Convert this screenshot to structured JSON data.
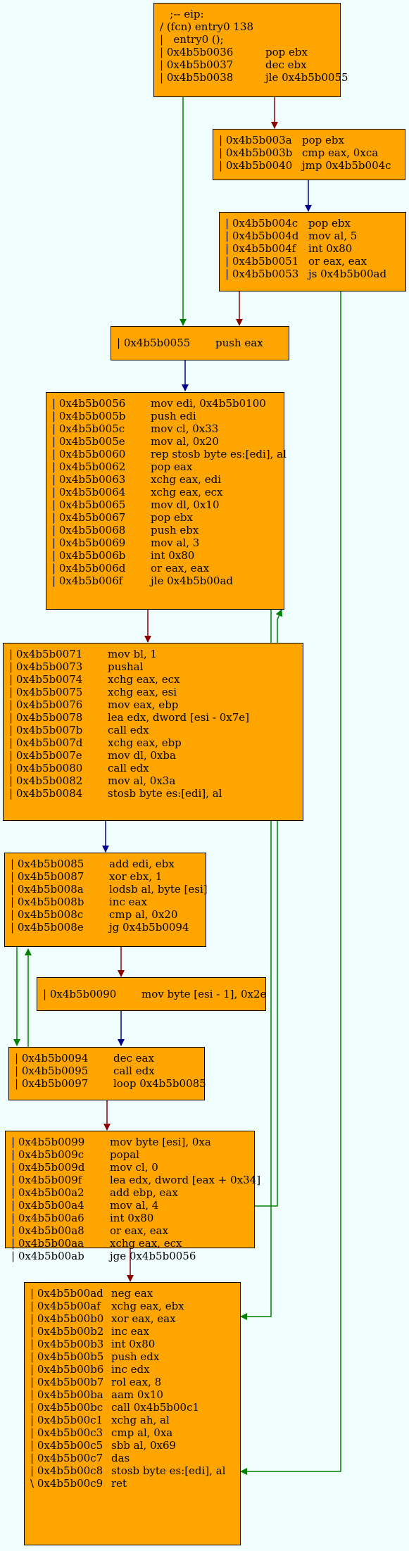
{
  "colors": {
    "background": "#f0fffe",
    "node_fill": "#ffa500",
    "true_edge": "#008000",
    "false_edge": "#8b0000",
    "uncond_edge": "#00008b"
  },
  "nodes": [
    {
      "id": "n1",
      "lines": [
        {
          "addr": "   ;-- eip:",
          "ins": ""
        },
        {
          "addr": "/ (fcn) entry0 138",
          "ins": ""
        },
        {
          "addr": "|   entry0 ();",
          "ins": ""
        },
        {
          "addr": "| 0x4b5b0036",
          "ins": "pop ebx"
        },
        {
          "addr": "| 0x4b5b0037",
          "ins": "dec ebx"
        },
        {
          "addr": "| 0x4b5b0038",
          "ins": "jle 0x4b5b0055"
        }
      ]
    },
    {
      "id": "n2",
      "lines": [
        {
          "addr": "| 0x4b5b003a",
          "ins": "pop ebx"
        },
        {
          "addr": "| 0x4b5b003b",
          "ins": "cmp eax, 0xca"
        },
        {
          "addr": "| 0x4b5b0040",
          "ins": "jmp 0x4b5b004c"
        }
      ]
    },
    {
      "id": "n3",
      "lines": [
        {
          "addr": "| 0x4b5b004c",
          "ins": "pop ebx"
        },
        {
          "addr": "| 0x4b5b004d",
          "ins": "mov al, 5"
        },
        {
          "addr": "| 0x4b5b004f",
          "ins": "int 0x80"
        },
        {
          "addr": "| 0x4b5b0051",
          "ins": "or eax, eax"
        },
        {
          "addr": "| 0x4b5b0053",
          "ins": "js 0x4b5b00ad"
        }
      ]
    },
    {
      "id": "n4",
      "lines": [
        {
          "addr": "| 0x4b5b0055",
          "ins": "push eax"
        }
      ]
    },
    {
      "id": "n5",
      "lines": [
        {
          "addr": "| 0x4b5b0056",
          "ins": "mov edi, 0x4b5b0100"
        },
        {
          "addr": "| 0x4b5b005b",
          "ins": "push edi"
        },
        {
          "addr": "| 0x4b5b005c",
          "ins": "mov cl, 0x33"
        },
        {
          "addr": "| 0x4b5b005e",
          "ins": "mov al, 0x20"
        },
        {
          "addr": "| 0x4b5b0060",
          "ins": "rep stosb byte es:[edi], al"
        },
        {
          "addr": "| 0x4b5b0062",
          "ins": "pop eax"
        },
        {
          "addr": "| 0x4b5b0063",
          "ins": "xchg eax, edi"
        },
        {
          "addr": "| 0x4b5b0064",
          "ins": "xchg eax, ecx"
        },
        {
          "addr": "| 0x4b5b0065",
          "ins": "mov dl, 0x10"
        },
        {
          "addr": "| 0x4b5b0067",
          "ins": "pop ebx"
        },
        {
          "addr": "| 0x4b5b0068",
          "ins": "push ebx"
        },
        {
          "addr": "| 0x4b5b0069",
          "ins": "mov al, 3"
        },
        {
          "addr": "| 0x4b5b006b",
          "ins": "int 0x80"
        },
        {
          "addr": "| 0x4b5b006d",
          "ins": "or eax, eax"
        },
        {
          "addr": "| 0x4b5b006f",
          "ins": "jle 0x4b5b00ad"
        }
      ]
    },
    {
      "id": "n6",
      "lines": [
        {
          "addr": "| 0x4b5b0071",
          "ins": "mov bl, 1"
        },
        {
          "addr": "| 0x4b5b0073",
          "ins": "pushal"
        },
        {
          "addr": "| 0x4b5b0074",
          "ins": "xchg eax, ecx"
        },
        {
          "addr": "| 0x4b5b0075",
          "ins": "xchg eax, esi"
        },
        {
          "addr": "| 0x4b5b0076",
          "ins": "mov eax, ebp"
        },
        {
          "addr": "| 0x4b5b0078",
          "ins": "lea edx, dword [esi - 0x7e]"
        },
        {
          "addr": "| 0x4b5b007b",
          "ins": "call edx"
        },
        {
          "addr": "| 0x4b5b007d",
          "ins": "xchg eax, ebp"
        },
        {
          "addr": "| 0x4b5b007e",
          "ins": "mov dl, 0xba"
        },
        {
          "addr": "| 0x4b5b0080",
          "ins": "call edx"
        },
        {
          "addr": "| 0x4b5b0082",
          "ins": "mov al, 0x3a"
        },
        {
          "addr": "| 0x4b5b0084",
          "ins": "stosb byte es:[edi], al"
        }
      ]
    },
    {
      "id": "n7",
      "lines": [
        {
          "addr": "| 0x4b5b0085",
          "ins": "add edi, ebx"
        },
        {
          "addr": "| 0x4b5b0087",
          "ins": "xor ebx, 1"
        },
        {
          "addr": "| 0x4b5b008a",
          "ins": "lodsb al, byte [esi]"
        },
        {
          "addr": "| 0x4b5b008b",
          "ins": "inc eax"
        },
        {
          "addr": "| 0x4b5b008c",
          "ins": "cmp al, 0x20"
        },
        {
          "addr": "| 0x4b5b008e",
          "ins": "jg 0x4b5b0094"
        }
      ]
    },
    {
      "id": "n8",
      "lines": [
        {
          "addr": "| 0x4b5b0090",
          "ins": "mov byte [esi - 1], 0x2e"
        }
      ]
    },
    {
      "id": "n9",
      "lines": [
        {
          "addr": "| 0x4b5b0094",
          "ins": "dec eax"
        },
        {
          "addr": "| 0x4b5b0095",
          "ins": "call edx"
        },
        {
          "addr": "| 0x4b5b0097",
          "ins": "loop 0x4b5b0085"
        }
      ]
    },
    {
      "id": "n10",
      "lines": [
        {
          "addr": "| 0x4b5b0099",
          "ins": "mov byte [esi], 0xa"
        },
        {
          "addr": "| 0x4b5b009c",
          "ins": "popal"
        },
        {
          "addr": "| 0x4b5b009d",
          "ins": "mov cl, 0"
        },
        {
          "addr": "| 0x4b5b009f",
          "ins": "lea edx, dword [eax + 0x34]"
        },
        {
          "addr": "| 0x4b5b00a2",
          "ins": "add ebp, eax"
        },
        {
          "addr": "| 0x4b5b00a4",
          "ins": "mov al, 4"
        },
        {
          "addr": "| 0x4b5b00a6",
          "ins": "int 0x80"
        },
        {
          "addr": "| 0x4b5b00a8",
          "ins": "or eax, eax"
        },
        {
          "addr": "| 0x4b5b00aa",
          "ins": "xchg eax, ecx"
        },
        {
          "addr": "| 0x4b5b00ab",
          "ins": "jge 0x4b5b0056"
        }
      ]
    },
    {
      "id": "n11",
      "lines": [
        {
          "addr": "| 0x4b5b00ad",
          "ins": "neg eax"
        },
        {
          "addr": "| 0x4b5b00af",
          "ins": "xchg eax, ebx"
        },
        {
          "addr": "| 0x4b5b00b0",
          "ins": "xor eax, eax"
        },
        {
          "addr": "| 0x4b5b00b2",
          "ins": "inc eax"
        },
        {
          "addr": "| 0x4b5b00b3",
          "ins": "int 0x80"
        },
        {
          "addr": "| 0x4b5b00b5",
          "ins": "push edx"
        },
        {
          "addr": "| 0x4b5b00b6",
          "ins": "inc edx"
        },
        {
          "addr": "| 0x4b5b00b7",
          "ins": "rol eax, 8"
        },
        {
          "addr": "| 0x4b5b00ba",
          "ins": "aam 0x10"
        },
        {
          "addr": "| 0x4b5b00bc",
          "ins": "call 0x4b5b00c1"
        },
        {
          "addr": "| 0x4b5b00c1",
          "ins": "xchg ah, al"
        },
        {
          "addr": "| 0x4b5b00c3",
          "ins": "cmp al, 0xa"
        },
        {
          "addr": "| 0x4b5b00c5",
          "ins": "sbb al, 0x69"
        },
        {
          "addr": "| 0x4b5b00c7",
          "ins": "das"
        },
        {
          "addr": "| 0x4b5b00c8",
          "ins": "stosb byte es:[edi], al"
        },
        {
          "addr": "\\ 0x4b5b00c9",
          "ins": "ret"
        }
      ]
    }
  ]
}
